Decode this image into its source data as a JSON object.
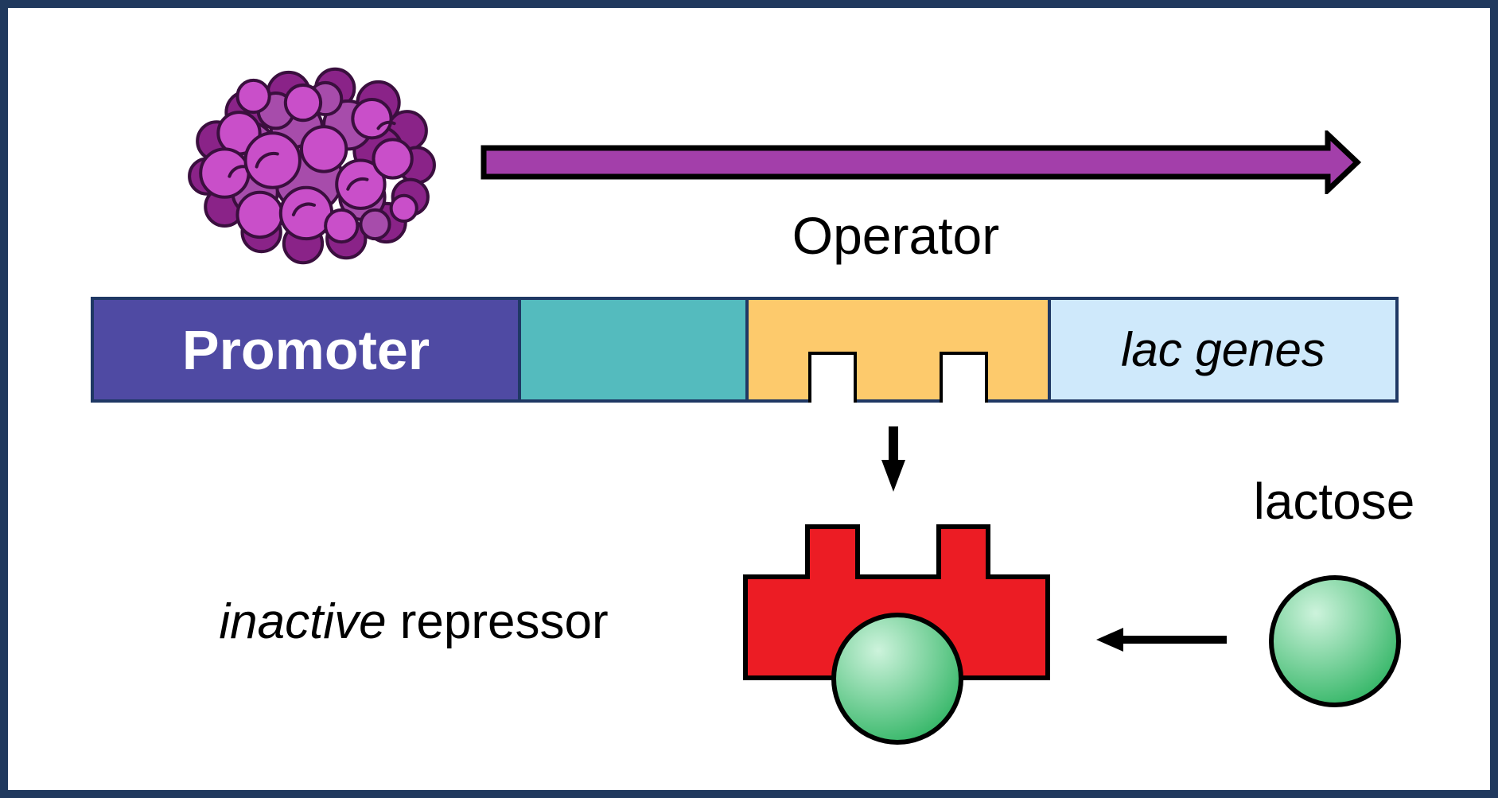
{
  "frame": {
    "border_color": "#20395e",
    "background": "#ffffff"
  },
  "labels": {
    "operator": "Operator",
    "promoter": "Promoter",
    "lac_genes": "lac genes",
    "inactive": "inactive",
    "repressor": "repressor",
    "lactose": "lactose"
  },
  "colors": {
    "promoter_fill": "#4f4aa3",
    "promoter_text": "#ffffff",
    "spacer_fill": "#54bbbe",
    "operator_fill": "#fdca6c",
    "lac_genes_fill": "#cfe9fb",
    "dna_outline": "#1f3864",
    "notch_fill": "#ffffff",
    "notch_outline": "#000000",
    "transcription_arrow_fill": "#a33faa",
    "transcription_arrow_outline": "#000000",
    "repressor_fill": "#ec1c24",
    "repressor_outline": "#000000",
    "lactose_gradient_light": "#cdf3dc",
    "lactose_gradient_dark": "#2fb463",
    "lactose_outline": "#000000",
    "polymerase_front": "#c94fc9",
    "polymerase_mid": "#a74cab",
    "polymerase_back": "#8a2388",
    "polymerase_outline": "#3a0f3e",
    "black_arrow": "#000000",
    "label_text": "#000000"
  },
  "icons": {
    "rna_polymerase": "rna-polymerase-blob",
    "transcription_arrow": "arrow-right-purple",
    "binding_arrow": "arrow-down-black",
    "lactose_arrow": "arrow-left-black",
    "repressor_shape": "repressor-with-bound-lactose",
    "lactose_molecule": "green-sphere"
  }
}
